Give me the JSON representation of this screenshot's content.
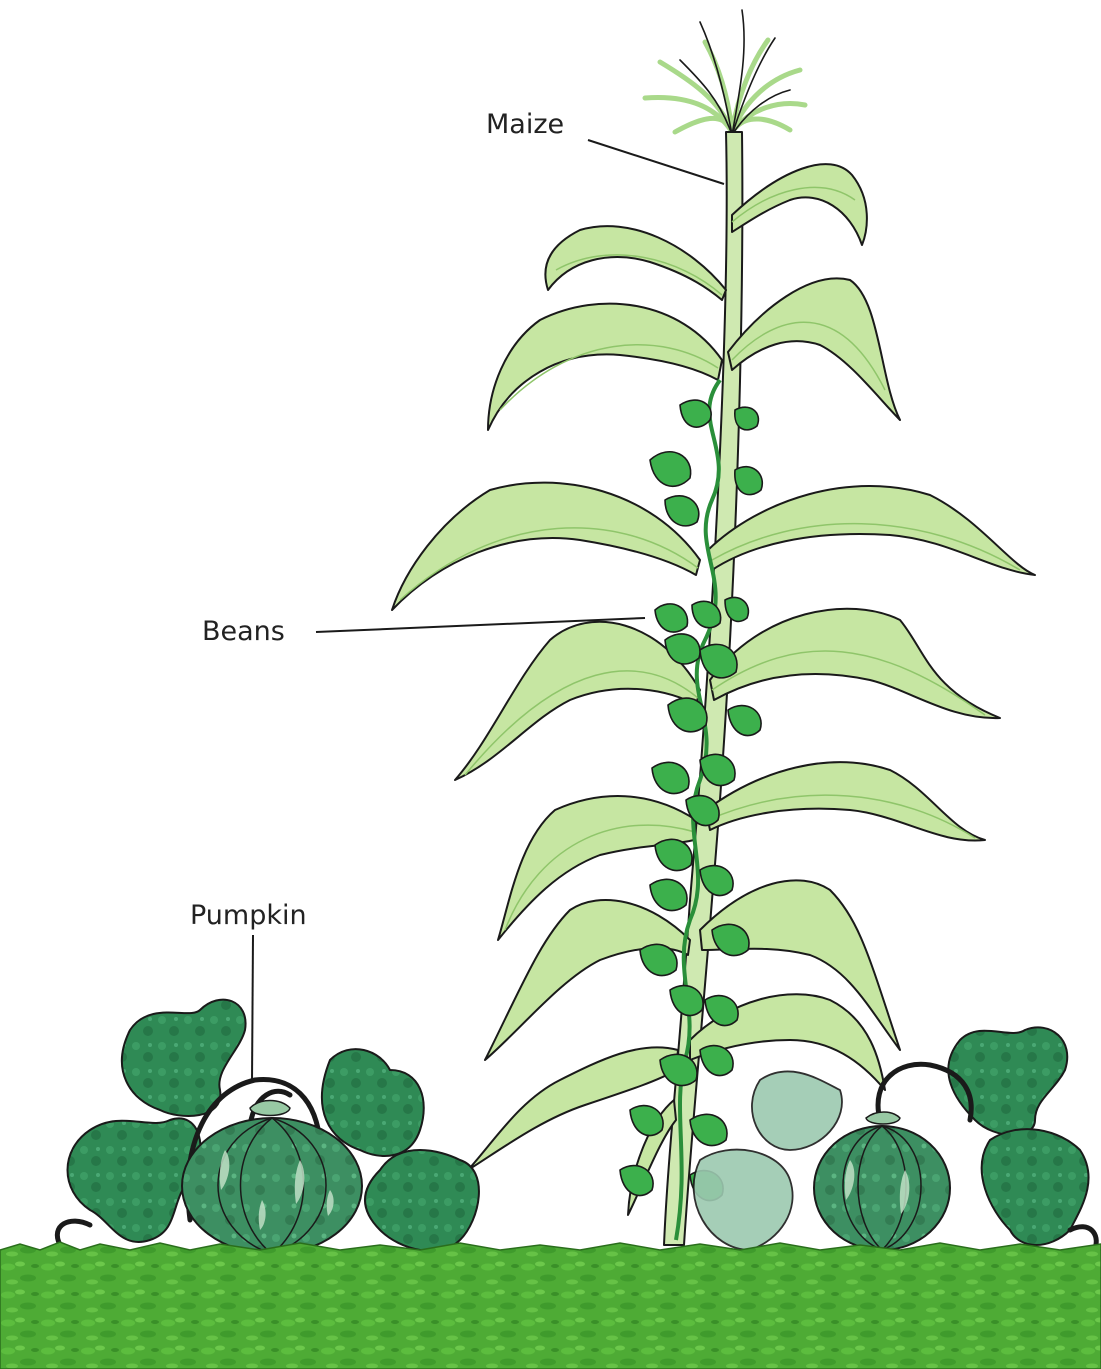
{
  "labels": {
    "maize": "Maize",
    "beans": "Beans",
    "pumpkin": "Pumpkin"
  },
  "colors": {
    "maize_leaf": "#c6e6a2",
    "maize_leaf_dark": "#a9d585",
    "maize_stalk": "#cfe9b1",
    "tassel": "#a9d98a",
    "bean_leaf": "#3cb04c",
    "bean_leaf_dark": "#2a8f3a",
    "pumpkin": "#3d8f62",
    "pumpkin_stripe": "#bfe0c6",
    "pumpkin_leaf": "#2f8a55",
    "ground": "#4eab35",
    "ground_dark": "#3c962a"
  }
}
